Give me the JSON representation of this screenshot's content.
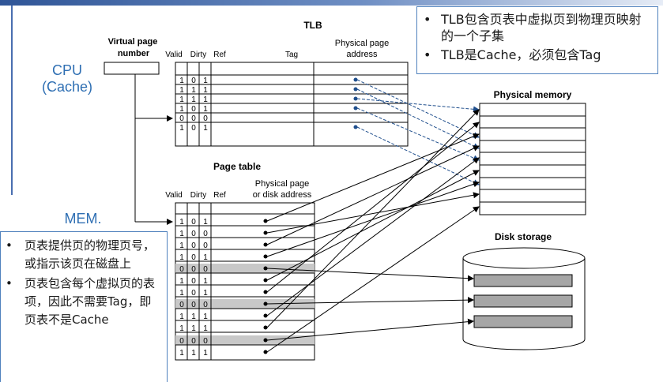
{
  "diagram": {
    "tlb_title": "TLB",
    "virtual_page_label_line1": "Virtual page",
    "virtual_page_label_line2": "number",
    "tlb_headers": {
      "valid": "Valid",
      "dirty": "Dirty",
      "ref": "Ref",
      "tag": "Tag",
      "physical_line1": "Physical page",
      "physical_line2": "address"
    },
    "tlb_rows": [
      [
        "1",
        "0",
        "1"
      ],
      [
        "1",
        "1",
        "1"
      ],
      [
        "1",
        "1",
        "1"
      ],
      [
        "1",
        "0",
        "1"
      ],
      [
        "0",
        "0",
        "0"
      ],
      [
        "1",
        "0",
        "1"
      ]
    ],
    "page_table_title": "Page table",
    "page_table_headers": {
      "valid": "Valid",
      "dirty": "Dirty",
      "ref": "Ref",
      "physical_line1": "Physical page",
      "physical_line2": "or disk address"
    },
    "page_table_rows": [
      [
        "1",
        "0",
        "1"
      ],
      [
        "1",
        "0",
        "0"
      ],
      [
        "1",
        "0",
        "0"
      ],
      [
        "1",
        "0",
        "1"
      ],
      [
        "0",
        "0",
        "0"
      ],
      [
        "1",
        "0",
        "1"
      ],
      [
        "1",
        "0",
        "1"
      ],
      [
        "0",
        "0",
        "0"
      ],
      [
        "1",
        "1",
        "1"
      ],
      [
        "1",
        "1",
        "1"
      ],
      [
        "0",
        "0",
        "0"
      ],
      [
        "1",
        "1",
        "1"
      ]
    ],
    "physical_memory_title": "Physical memory",
    "disk_storage_title": "Disk storage"
  },
  "labels": {
    "cpu_line1": "CPU",
    "cpu_line2": "(Cache)",
    "mem": "MEM."
  },
  "callouts": {
    "top_right": {
      "bullet": "•",
      "items": [
        "TLB包含页表中虚拟页到物理页映射的一个子集",
        "TLB是Cache，必须包含Tag"
      ]
    },
    "bottom_left": {
      "bullet": "•",
      "items": [
        "页表提供页的物理页号，或指示该页在磁盘上",
        "页表包含每个虚拟页的表项，因此不需要Tag，即页表不是Cache"
      ]
    }
  },
  "colors": {
    "accent": "#2f6fb3",
    "callout_border": "#4f81bd",
    "arrow": "#1f4e8c",
    "shaded_row": "#c8c8c8",
    "disk_block": "#a6a6a6"
  }
}
